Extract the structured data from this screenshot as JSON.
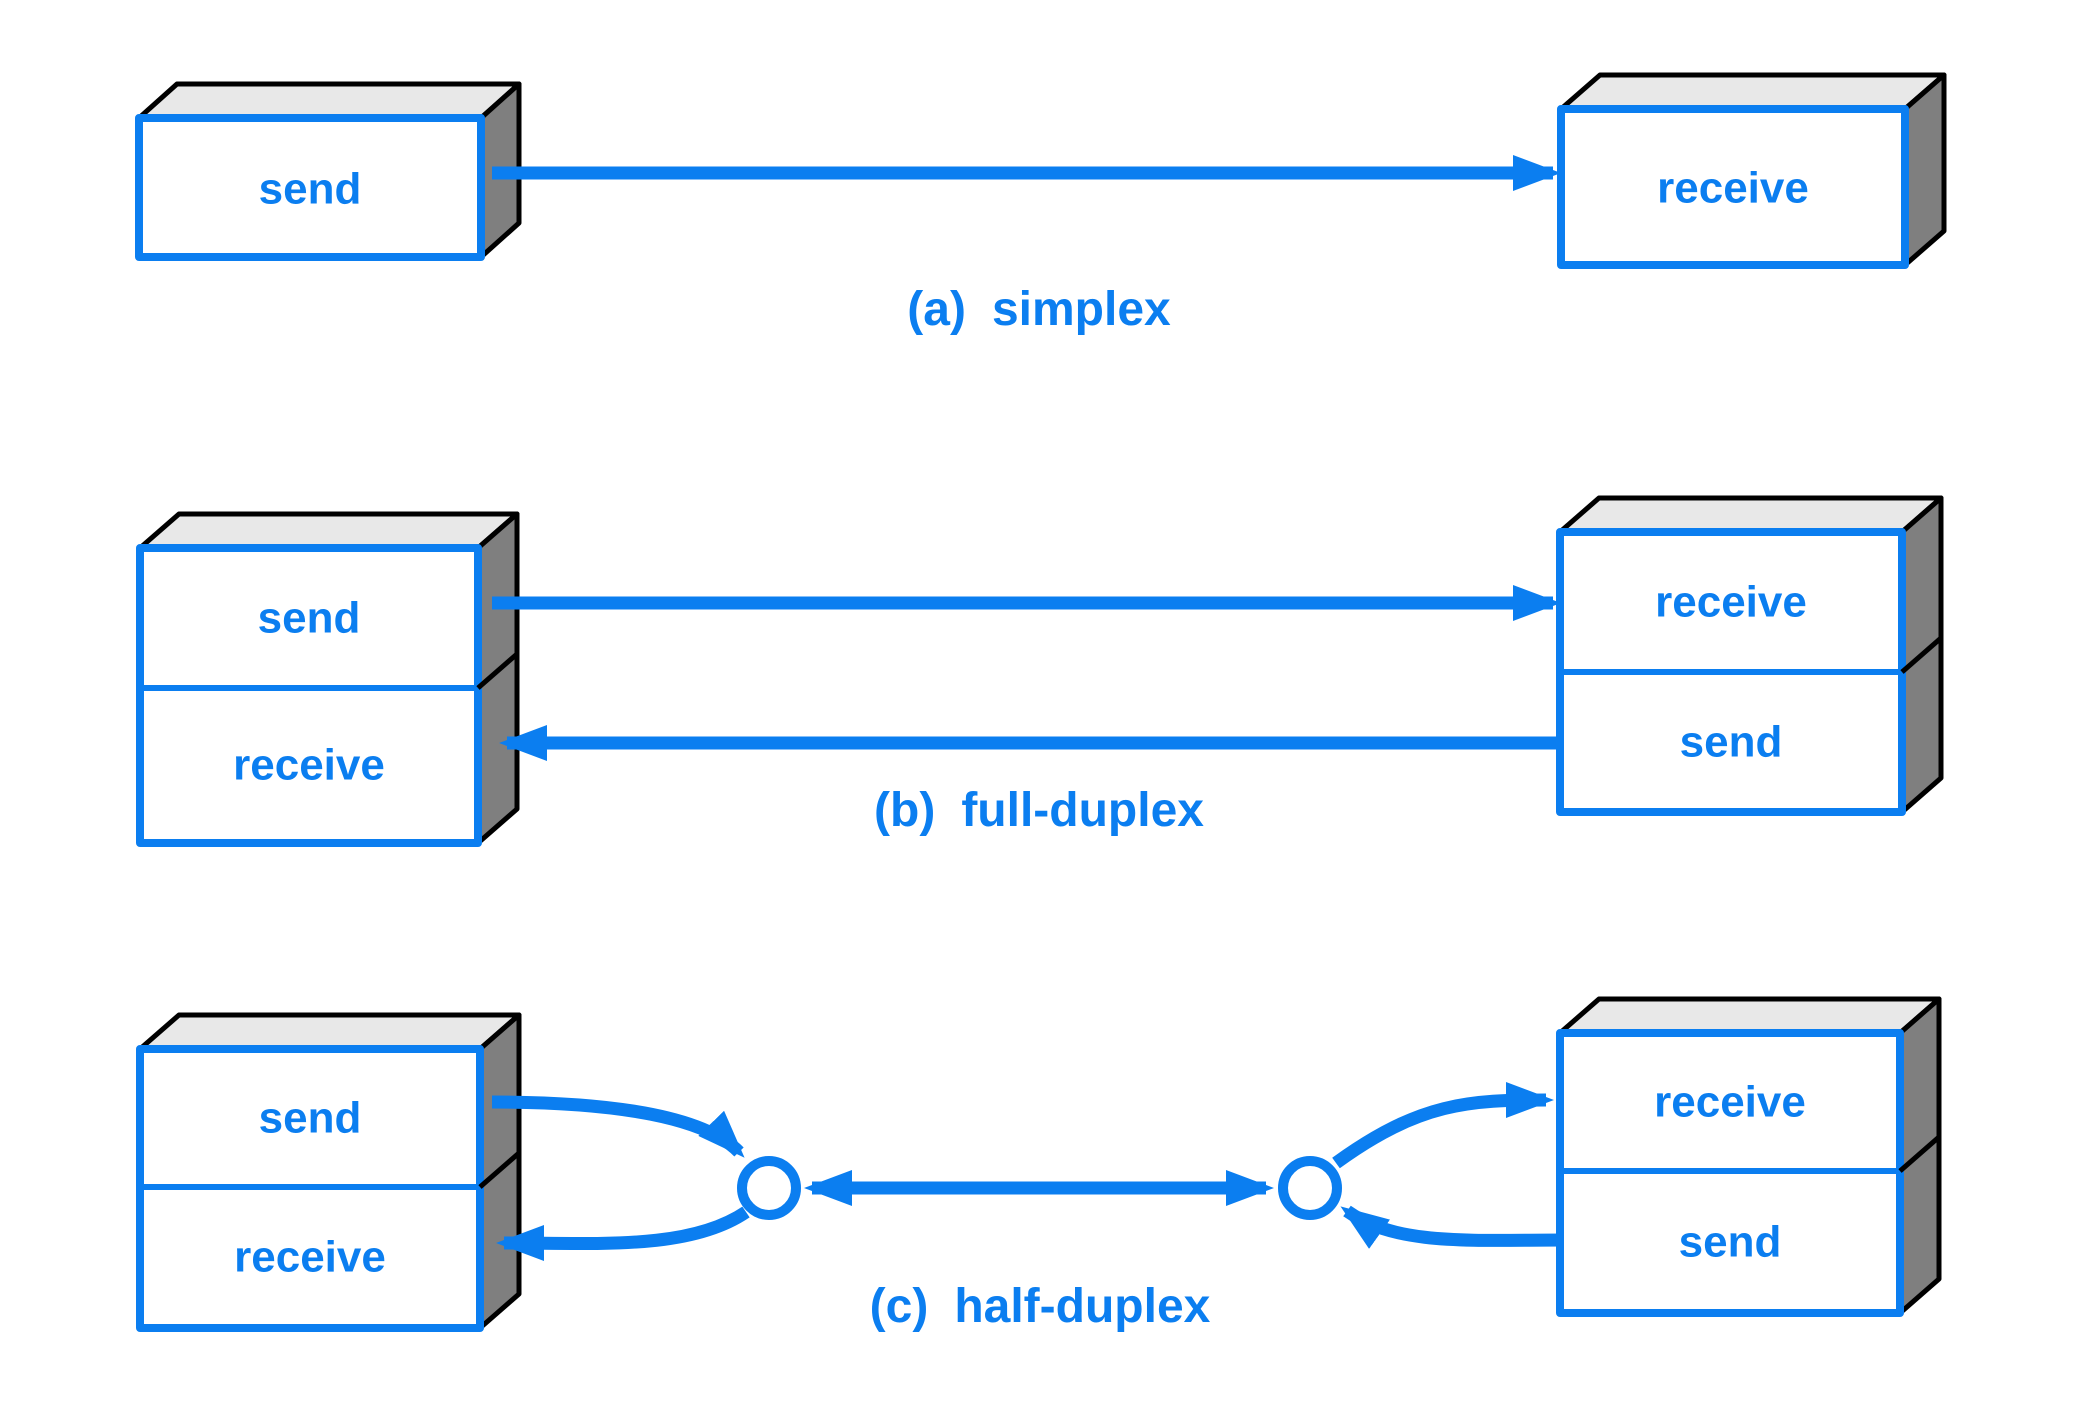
{
  "colors": {
    "blue": "#0b7ef0",
    "top": "#e8e8e8",
    "side": "#7f7f7f",
    "outline": "#000000",
    "front": "#ffffff",
    "bg": "#ffffff"
  },
  "sections": [
    {
      "caption_prefix": "(a)",
      "caption_name": "simplex",
      "left_rows": [
        "send"
      ],
      "right_rows": [
        "receive"
      ]
    },
    {
      "caption_prefix": "(b)",
      "caption_name": "full-duplex",
      "left_rows": [
        "send",
        "receive"
      ],
      "right_rows": [
        "receive",
        "send"
      ]
    },
    {
      "caption_prefix": "(c)",
      "caption_name": "half-duplex",
      "left_rows": [
        "send",
        "receive"
      ],
      "right_rows": [
        "receive",
        "send"
      ]
    }
  ]
}
